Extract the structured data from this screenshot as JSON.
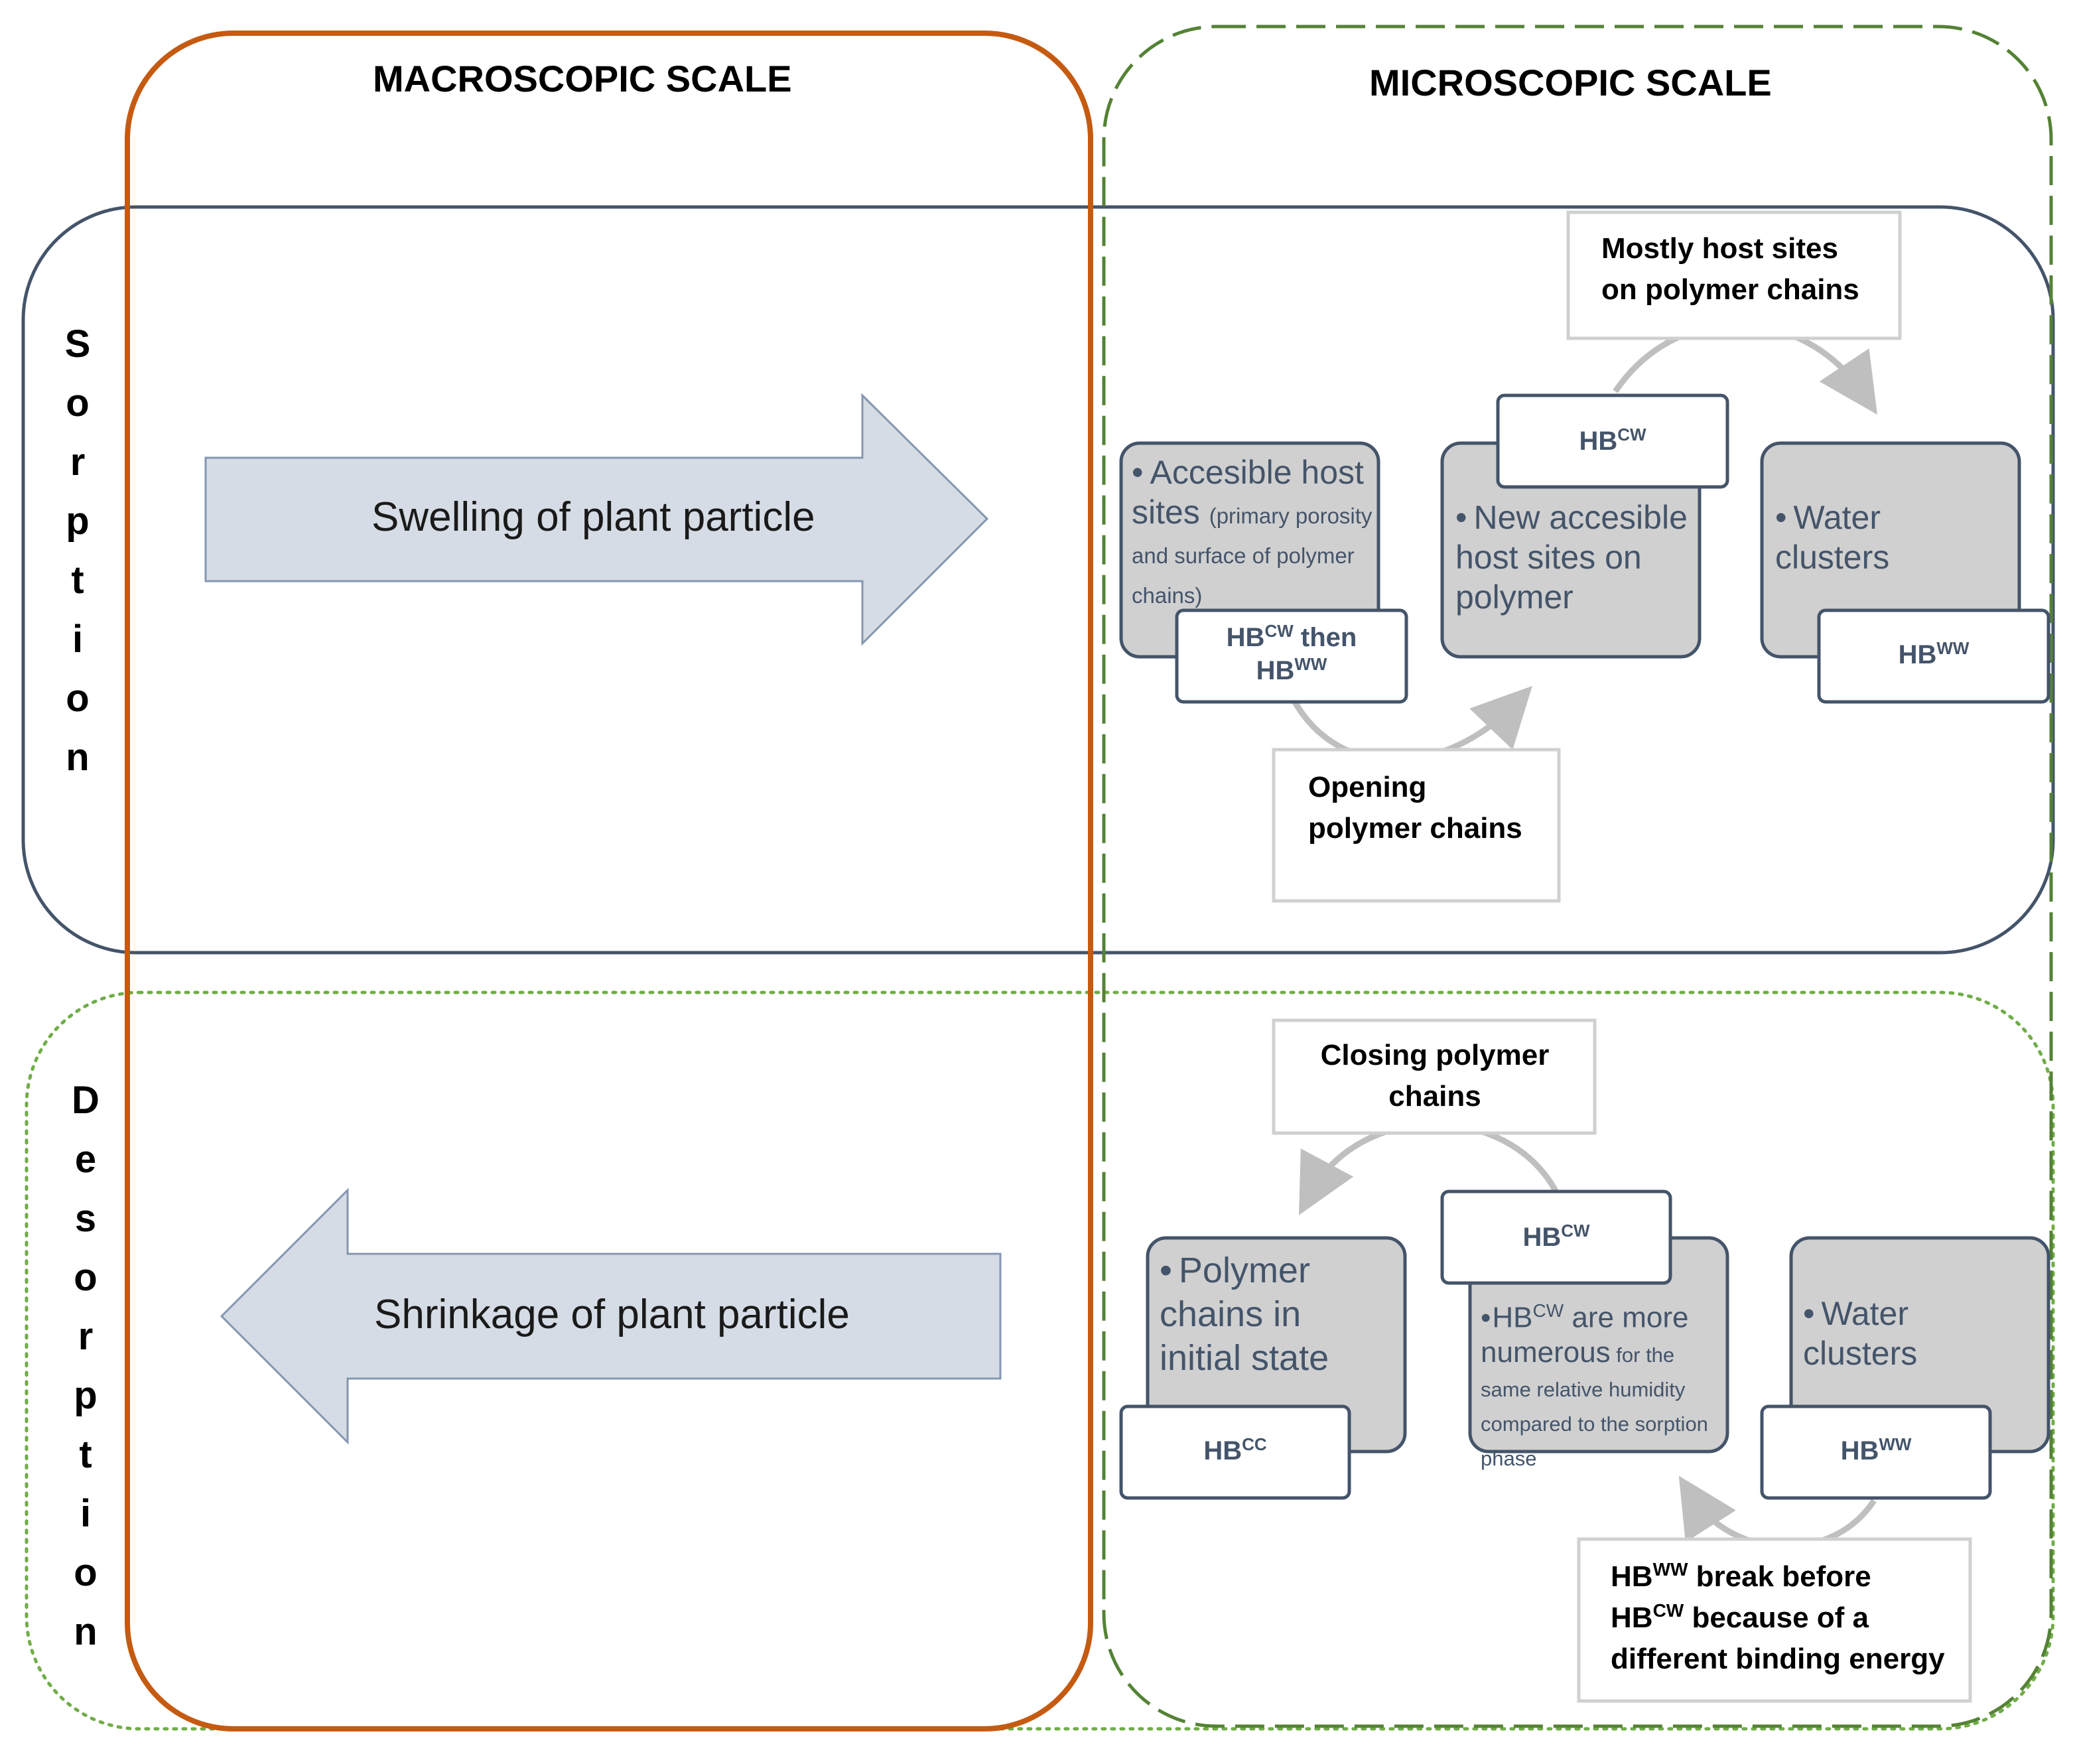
{
  "columns": {
    "macroscopic": "MACROSCOPIC SCALE",
    "microscopic": "MICROSCOPIC SCALE"
  },
  "rows": {
    "sorption": [
      "S",
      "o",
      "r",
      "p",
      "t",
      "i",
      "o",
      "n"
    ],
    "desorption": [
      "D",
      "e",
      "s",
      "o",
      "r",
      "p",
      "t",
      "i",
      "o",
      "n"
    ]
  },
  "macro": {
    "swelling": "Swelling of plant particle",
    "shrinkage": "Shrinkage of plant particle"
  },
  "sorption": {
    "node1_main": "Accesible host sites",
    "node1_small": "(primary porosity and surface of polymer chains)",
    "node1_hb_a": "HB",
    "node1_hb_a_sup": "CW",
    "node1_hb_then": " then",
    "node1_hb_b": "HB",
    "node1_hb_b_sup": "WW",
    "node2_text": "New accesible host sites on polymer",
    "node2_hb": "HB",
    "node2_hb_sup": "CW",
    "node3_text": "Water clusters",
    "node3_hb": "HB",
    "node3_hb_sup": "WW",
    "note_opening": "Opening polymer chains",
    "note_mostly": "Mostly host sites on polymer chains"
  },
  "desorption": {
    "node1_text": "Polymer chains in initial state",
    "node1_hb": "HB",
    "node1_hb_sup": "CC",
    "node2_hb_lead": "HB",
    "node2_hb_lead_sup": "CW",
    "node2_text_a": " are more numerous",
    "node2_text_small": " for the same relative humidity compared to the sorption phase",
    "node2_hb": "HB",
    "node2_hb_sup": "CW",
    "node3_text": "Water clusters",
    "node3_hb": "HB",
    "node3_hb_sup": "WW",
    "note_closing": "Closing polymer chains",
    "note_break_hb1": "HB",
    "note_break_hb1_sup": "WW",
    "note_break_t1": " break before",
    "note_break_hb2": "HB",
    "note_break_hb2_sup": "CW",
    "note_break_t2": " because of a different binding energy"
  },
  "colors": {
    "macro_border": "#c55a11",
    "micro_border": "#548235",
    "sorption_border": "#44546a",
    "desorption_border": "#70ad47",
    "arrow_fill": "#d6dce5",
    "node_fill": "#d0d0d0",
    "node_border": "#44546a",
    "curved_arrow": "#bfbfbf",
    "note_border": "#d0d0d0"
  }
}
